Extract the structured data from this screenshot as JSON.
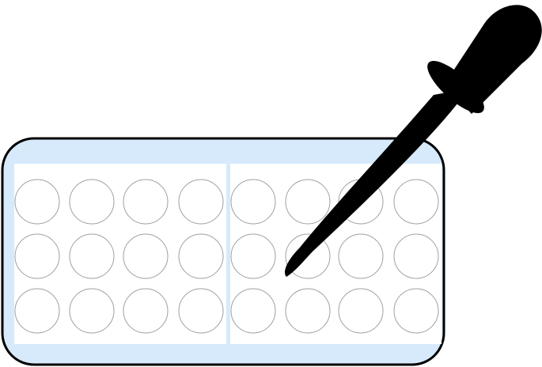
{
  "illustration": {
    "subject": "well-plate-with-dropper",
    "plate": {
      "rows": 3,
      "columns": 8,
      "panel_count": 2,
      "frame_color": "#000000",
      "tray_color": "#d6eafc",
      "panel_color": "#ffffff",
      "well_stroke_color": "#a0a0a0"
    },
    "dropper": {
      "icon": "dropper-icon",
      "color": "#000000"
    }
  }
}
